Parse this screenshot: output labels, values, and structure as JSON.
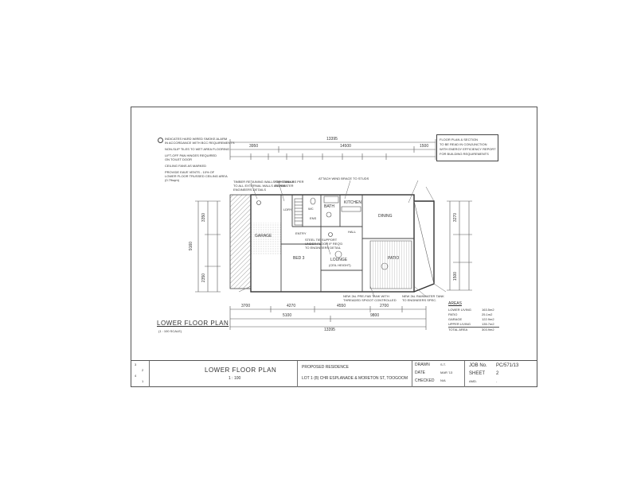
{
  "notes": [
    "INDICATES HARD WIRED SMOKE ALARM",
    "IN ACCORDANCE WITH BCC REQUIREMENTS",
    "NON-SLIP TILES TO WET AREA FLOORING",
    "LIFT-OFF PAN HINGES REQUIRED",
    "ON TOILET DOOR",
    "CEILING FANS AS MARKED",
    "PROVIDE EAVE VENTS - 10% OF",
    "LOWER FLOOR TRUSSED CEILING AREA",
    "(0.79sqm)"
  ],
  "energy_note": [
    "FLOOR PLAN & SECTION",
    "TO BE READ IN CONJUNCTION",
    "WITH ENERGY EFFICIENCY REPORT",
    "FOR BUILDING REQUIREMENTS"
  ],
  "dimensions": {
    "overall_top": "13395",
    "top_a": "3950",
    "top_b": "14500",
    "top_c": "1500",
    "bottom_a": "3700",
    "bottom_b": "4270",
    "bottom_c": "4550",
    "bottom_d": "2700",
    "bottom_e": "5100",
    "bottom_f": "9800",
    "bottom_overall": "13395",
    "left_overall": "9160",
    "left_a": "3350",
    "left_b": "2350",
    "right_a": "3270",
    "right_b": "1500"
  },
  "rooms": {
    "kitchen": "KITCHEN",
    "dining": "DINING",
    "bath": "BATH",
    "bed3": "BED 3",
    "lounge": "LOUNGE",
    "lounge_sub": "(CEIL HEIGHT)",
    "patio": "PATIO",
    "laundry": "LDRY",
    "wc": "WC",
    "garage": "GARAGE",
    "entry": "ENTRY",
    "ens": "ENS",
    "hall": "HALL"
  },
  "annotations": [
    "TIMBER RETAINING WALLS OR SIMILAR",
    "TO ALL EXTERNAL WALLS AS PER",
    "ENGINEERS DETAILS",
    "RWH TANK AS PER",
    "RAINWATER",
    "ATTACH WIND BRACE TO STUDS",
    "STEEL TIE SUPPORT",
    "UNDER FLOOR IF REQ'D",
    "TO ENGINEERS DETAIL",
    "NEW 2kL PRE-FAB TANK WITH",
    "THREADED SPIGOT CONTROLLED",
    "NEW 2kL RAINWATER TANK",
    "TO ENGINEERS SPEC."
  ],
  "areas": {
    "heading": "AREAS",
    "rows": [
      {
        "label": "LOWER LIVING",
        "value": "163.5m2"
      },
      {
        "label": "PATIO",
        "value": "25.1m2"
      },
      {
        "label": "GARAGE",
        "value": "122.9m2"
      },
      {
        "label": "UPPER LIVING",
        "value": "135.7m2"
      },
      {
        "label": "TOTAL AREA",
        "value": "303.9m2"
      }
    ]
  },
  "plan_title": "LOWER FLOOR PLAN",
  "plan_scale": "(1 : 100 SCALE)",
  "title_block": {
    "revisions": [
      "3",
      "2",
      "4",
      "1"
    ],
    "drawing_title": "LOWER FLOOR PLAN",
    "drawing_scale": "1 : 100",
    "project": "PROPOSED RESIDENCE",
    "address": "LOT 1 (8) CHR ESPLANADE & MORETON ST, TOOGOOM",
    "drawn_label": "DRAWN",
    "drawn_value": "S.T.",
    "date_label": "DATE",
    "date_value": "MAR '13",
    "checked_label": "CHECKED",
    "checked_value": "N/A",
    "job_label": "JOB No.",
    "job_value": "PC/571/13",
    "sheet_label": "SHEET",
    "sheet_value": "2",
    "amd_label": "AMD.",
    "amd_value": "-"
  }
}
